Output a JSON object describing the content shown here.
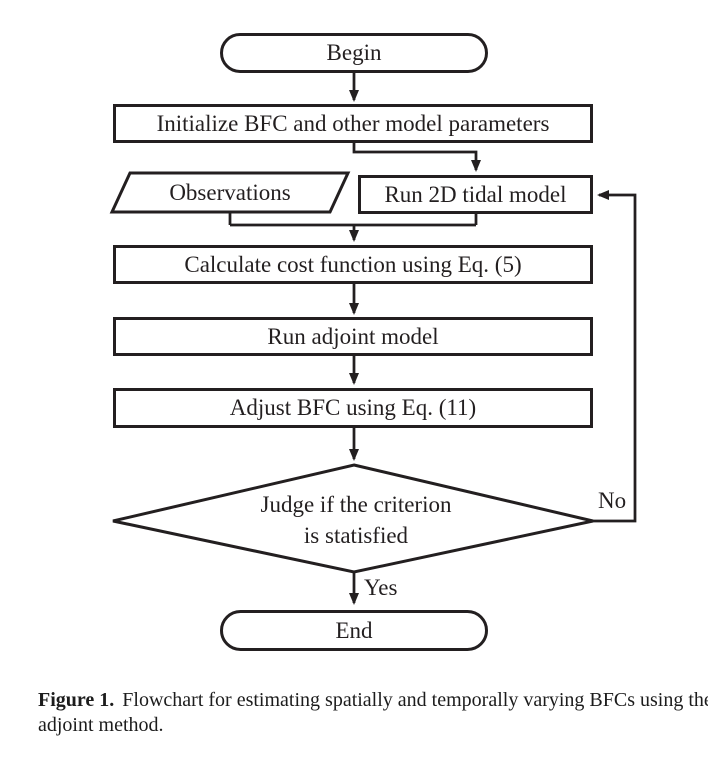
{
  "flowchart": {
    "nodes": {
      "begin": "Begin",
      "initialize": "Initialize BFC and other model parameters",
      "observations": "Observations",
      "run_tidal": "Run 2D tidal model",
      "cost_function": "Calculate cost function using Eq. (5)",
      "run_adjoint": "Run adjoint model",
      "adjust_bfc": "Adjust BFC using Eq. (11)",
      "judge_line1": "Judge if the criterion",
      "judge_line2": "is statisfied",
      "end": "End"
    },
    "edge_labels": {
      "no": "No",
      "yes": "Yes"
    }
  },
  "caption": {
    "label": "Figure 1.",
    "text": "Flowchart for estimating spatially and temporally varying BFCs using the adjoint method."
  },
  "colors": {
    "ink": "#231f20",
    "background": "#ffffff"
  }
}
